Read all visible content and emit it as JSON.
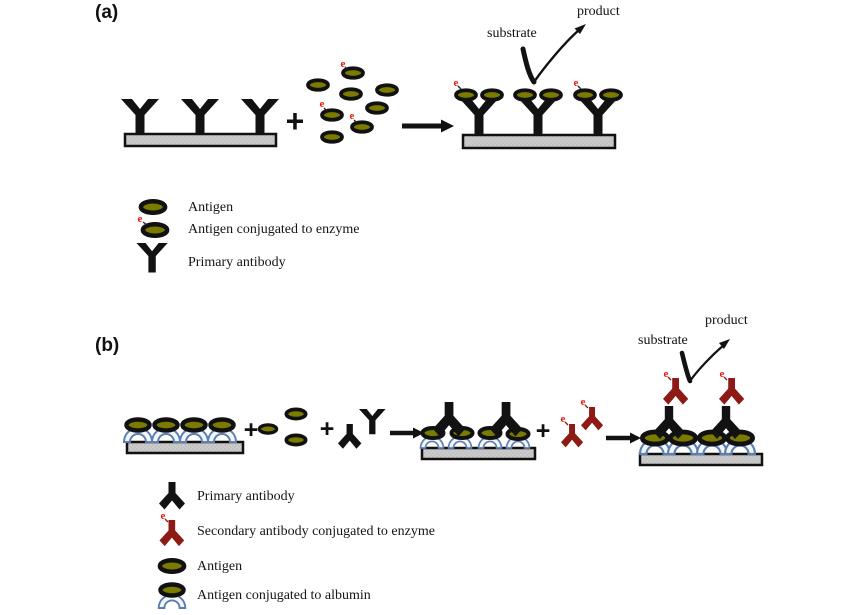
{
  "figure": {
    "glyphs": {
      "plus": "+",
      "enzyme_tag": "e"
    },
    "colors": {
      "antigen_fill": "#7b7b00",
      "antibody_black": "#121212",
      "secondary_antibody_red": "#8e1a15",
      "enzyme_tag_red": "#e8170d",
      "surface_gray": "#cbcbcb",
      "albumin_arch_stroke": "#5b7fb0",
      "albumin_arch_fill": "#f3f5f8"
    },
    "panel_a": {
      "label": "(a)",
      "substrate_label": "substrate",
      "product_label": "product",
      "legend": [
        {
          "icon": "antigen-icon",
          "label": "Antigen"
        },
        {
          "icon": "antigen-enzyme-icon",
          "label": "Antigen conjugated to enzyme"
        },
        {
          "icon": "primary-antibody-icon",
          "label": "Primary antibody"
        }
      ]
    },
    "panel_b": {
      "label": "(b)",
      "substrate_label": "substrate",
      "product_label": "product",
      "legend": [
        {
          "icon": "primary-antibody-icon",
          "label": "Primary antibody"
        },
        {
          "icon": "secondary-antibody-enzyme-icon",
          "label": "Secondary antibody conjugated to enzyme"
        },
        {
          "icon": "antigen-icon",
          "label": "Antigen"
        },
        {
          "icon": "antigen-albumin-icon",
          "label": "Antigen conjugated to albumin"
        }
      ]
    }
  }
}
